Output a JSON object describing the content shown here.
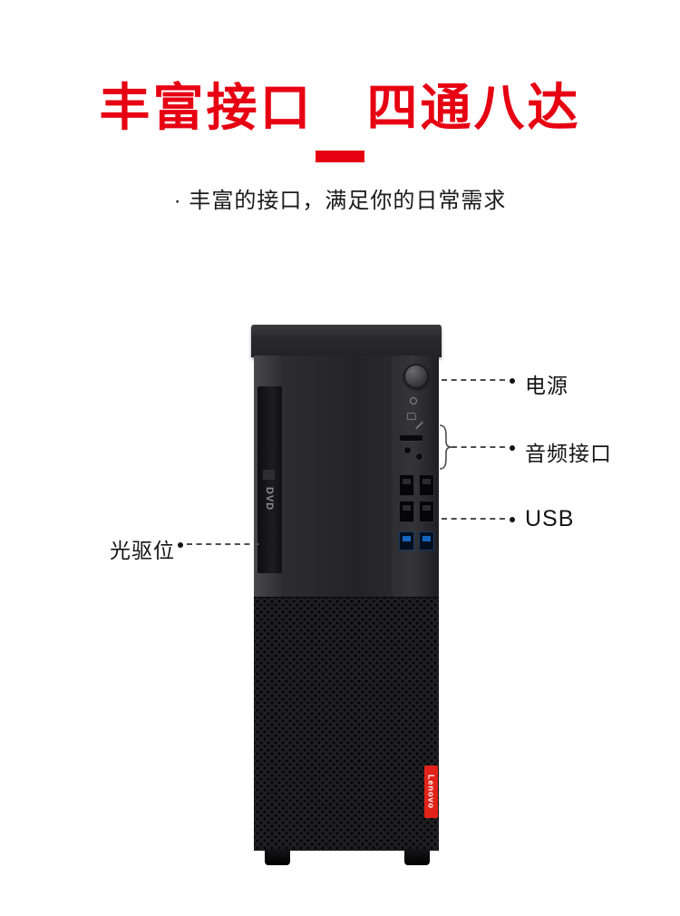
{
  "header": {
    "title": "丰富接口　四通八达",
    "subtitle": "· 丰富的接口，满足你的日常需求"
  },
  "colors": {
    "accent_red": "#e60012",
    "usb3_blue": "#1565c0",
    "tower_dark": "#232325",
    "lenovo_red": "#e2231a"
  },
  "callouts": {
    "power": "电源",
    "audio": "音频接口",
    "usb": "USB",
    "optical": "光驱位"
  },
  "tower": {
    "dvd_logo": "DVD",
    "brand_logo": "Lenovo"
  }
}
